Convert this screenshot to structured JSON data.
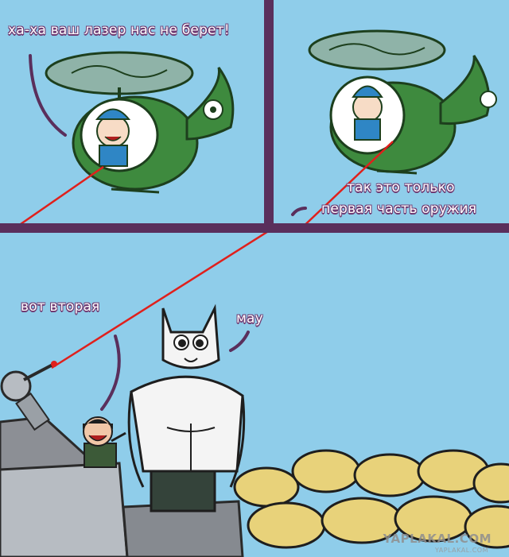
{
  "comic": {
    "panel1": {
      "caption": "ха-ха ваш лазер нас не берет!"
    },
    "panel2": {
      "caption_line1": "так это только",
      "caption_line2": "первая часть оружия"
    },
    "panel3": {
      "speech_soldier": "вот вторая",
      "speech_cat": "мау"
    },
    "watermark": {
      "main": "YAPLAKAL.COM",
      "sub": "YAPLAKAL.COM"
    }
  },
  "colors": {
    "sky": "#8fcdea",
    "gutter": "#5a2f5c",
    "helicopter_green": "#3e8a3e",
    "laser": "#e0201c",
    "sandbags": "#e8d27a"
  }
}
